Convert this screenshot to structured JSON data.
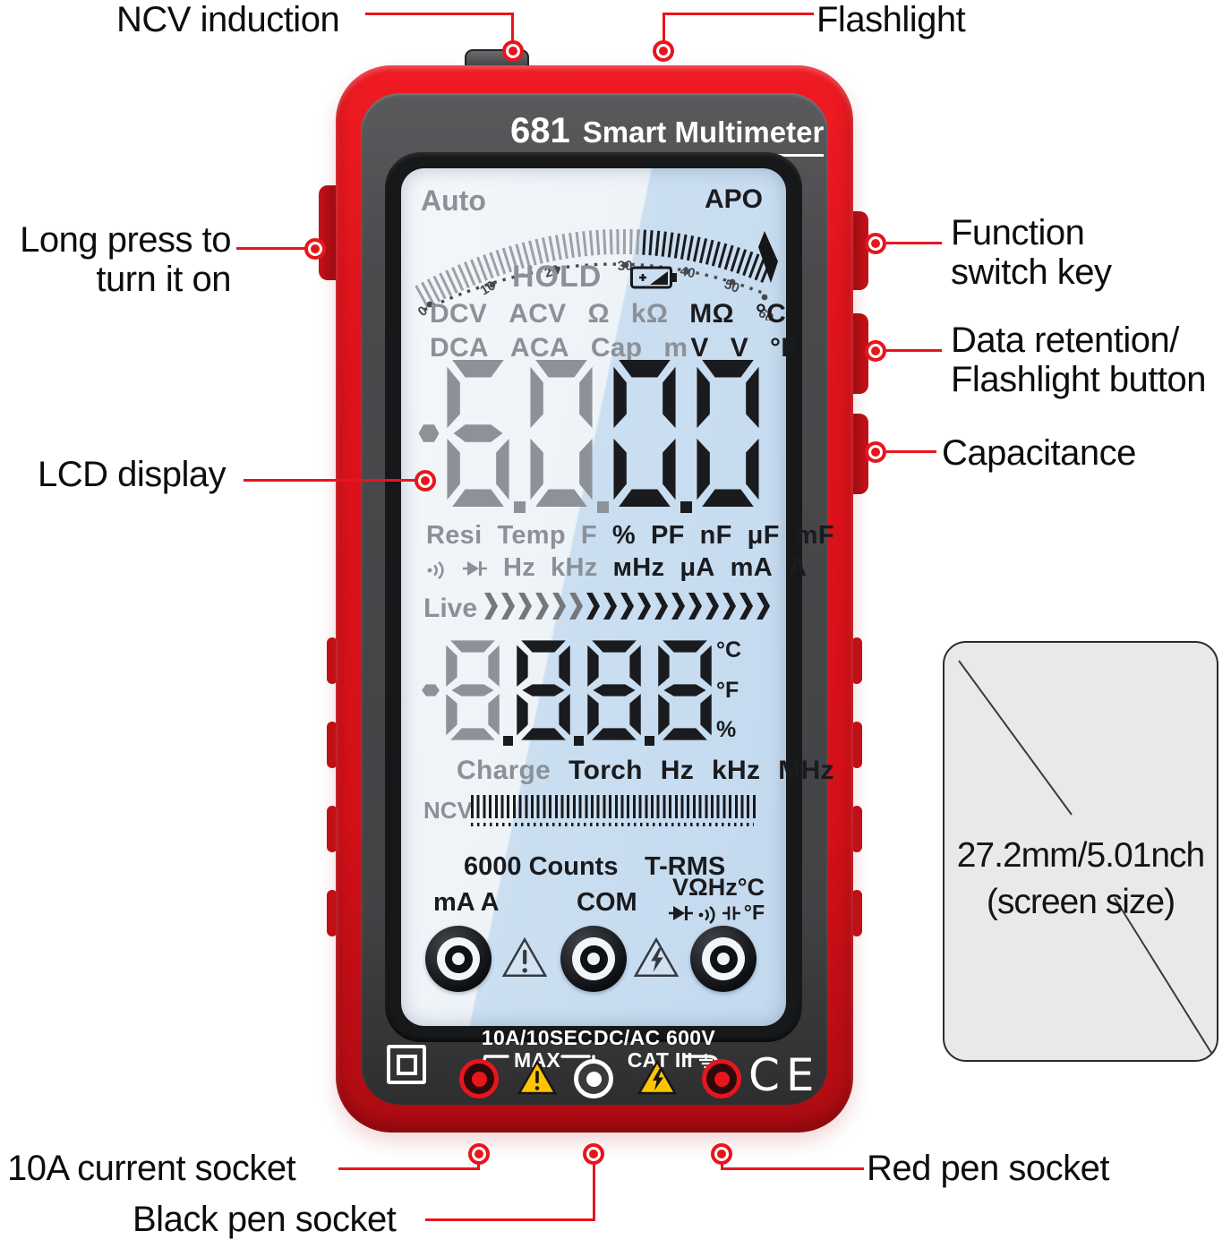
{
  "colors": {
    "accent_red": "#e8151d",
    "body_red": "#df141c",
    "face_gray": "#454548",
    "lcd_white": "#f3f7fa",
    "lcd_blue": "#c8ddf0",
    "lcd_gray_text": "#8b9197",
    "lcd_black_text": "#1a1b1e",
    "warning_yellow": "#ffc400"
  },
  "callouts": {
    "ncv_induction": {
      "label": "NCV induction"
    },
    "flashlight": {
      "label": "Flashlight"
    },
    "long_press": {
      "line1": "Long press to",
      "line2": "turn it on"
    },
    "function_switch": {
      "line1": "Function",
      "line2": "switch key"
    },
    "data_retention": {
      "line1": "Data retention/",
      "line2": "Flashlight button"
    },
    "capacitance": {
      "label": "Capacitance"
    },
    "lcd_display": {
      "label": "LCD display"
    },
    "current_socket": {
      "label": "10A current socket"
    },
    "black_pen": {
      "label": "Black pen socket"
    },
    "red_pen": {
      "label": "Red pen socket"
    },
    "screen_size": {
      "line1": "27.2mm/5.01nch",
      "line2": "(screen size)"
    }
  },
  "device": {
    "model": "681",
    "name": "Smart Multimeter",
    "lcd": {
      "auto": "Auto",
      "apo": "APO",
      "hold": "HOLD",
      "scale_ticks": [
        "0",
        "10",
        "20",
        "30",
        "40",
        "50",
        "60"
      ],
      "mode_row1": [
        {
          "t": "DCV",
          "c": "g"
        },
        {
          "t": "ACV",
          "c": "g"
        },
        {
          "t": "Ω",
          "c": "g"
        },
        {
          "t": "kΩ",
          "c": "g"
        },
        {
          "t": "MΩ",
          "c": "b"
        },
        {
          "t": "°C",
          "c": "b"
        }
      ],
      "mode_row2": [
        {
          "t": "DCA",
          "c": "g"
        },
        {
          "t": "ACA",
          "c": "g"
        },
        {
          "t": "Cap",
          "c": "g"
        },
        {
          "t": "m",
          "c": "g"
        },
        {
          "t": "V",
          "c": "b",
          "tight": true
        },
        {
          "t": "V",
          "c": "b"
        },
        {
          "t": "°F",
          "c": "b"
        }
      ],
      "main_display": [
        {
          "ch": "-",
          "c": "g"
        },
        {
          "ch": "6",
          "c": "g"
        },
        {
          "ch": ".",
          "c": "g"
        },
        {
          "ch": "0",
          "c": "g"
        },
        {
          "ch": ".",
          "c": "g"
        },
        {
          "ch": "0",
          "c": "b"
        },
        {
          "ch": ".",
          "c": "b"
        },
        {
          "ch": "0",
          "c": "b"
        }
      ],
      "unit_row1": [
        {
          "t": "Resi",
          "c": "g"
        },
        {
          "t": "Temp",
          "c": "g"
        },
        {
          "t": "F",
          "c": "g"
        },
        {
          "t": "%",
          "c": "b"
        },
        {
          "t": "PF",
          "c": "b"
        },
        {
          "t": "nF",
          "c": "b"
        },
        {
          "t": "μF",
          "c": "b"
        },
        {
          "t": "mF",
          "c": "b"
        }
      ],
      "unit_row2": [
        {
          "icon": "sound",
          "c": "g"
        },
        {
          "icon": "diode",
          "c": "g"
        },
        {
          "t": "Hz",
          "c": "g"
        },
        {
          "t": "kHz",
          "c": "g"
        },
        {
          "t": "мHz",
          "c": "b"
        },
        {
          "t": "μA",
          "c": "b"
        },
        {
          "t": "mA",
          "c": "b"
        },
        {
          "t": "A",
          "c": "b"
        }
      ],
      "live": "Live",
      "chevrons": {
        "gray": 6,
        "black": 11
      },
      "sub_display": [
        {
          "ch": "-",
          "c": "g"
        },
        {
          "ch": "8",
          "c": "g"
        },
        {
          "ch": ".",
          "c": "b"
        },
        {
          "ch": "8",
          "c": "b"
        },
        {
          "ch": ".",
          "c": "b"
        },
        {
          "ch": "8",
          "c": "b"
        },
        {
          "ch": ".",
          "c": "b"
        },
        {
          "ch": "8",
          "c": "b"
        }
      ],
      "sub_units": [
        "°C",
        "°F",
        "%"
      ],
      "status_row": [
        {
          "t": "Charge",
          "c": "g"
        },
        {
          "t": "Torch",
          "c": "b"
        },
        {
          "t": "Hz",
          "c": "b"
        },
        {
          "t": "kHz",
          "c": "b"
        },
        {
          "t": "MHz",
          "c": "b"
        }
      ],
      "ncv": "NCV",
      "counts": "6000 Counts",
      "trms": "T-RMS",
      "terminal_left": "mA A",
      "terminal_mid": "COM",
      "terminal_right": "VΩHz°C",
      "terminal_right2": "°F"
    },
    "bottom": {
      "fuse1": "10A/10SEC",
      "fuse2": "MAX",
      "rating1": "DC/AC 600V",
      "rating2": "CAT III",
      "ce": "CE"
    }
  }
}
